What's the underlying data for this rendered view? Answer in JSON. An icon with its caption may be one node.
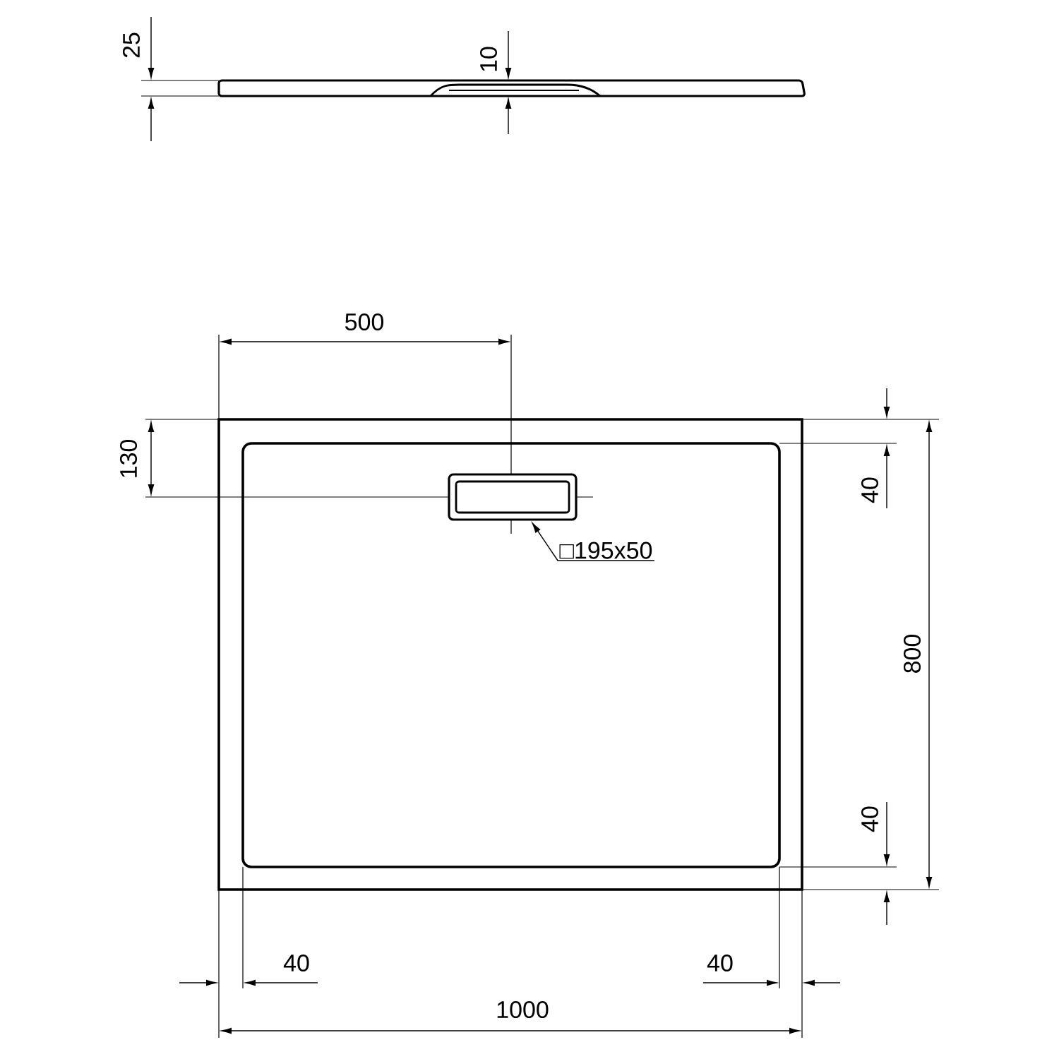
{
  "diagram": {
    "nodes": [
      {
        "text": [
          "□195x50"
        ]
      },
      {
        "text": [],
        "shape": "box"
      }
    ],
    "edges": [
      {
        "from": 0,
        "to": 1,
        "arrow": "to"
      }
    ],
    "labels": [
      "25",
      "10",
      "500",
      "130",
      "40",
      "800",
      "40",
      "40",
      "40",
      "1000"
    ]
  }
}
